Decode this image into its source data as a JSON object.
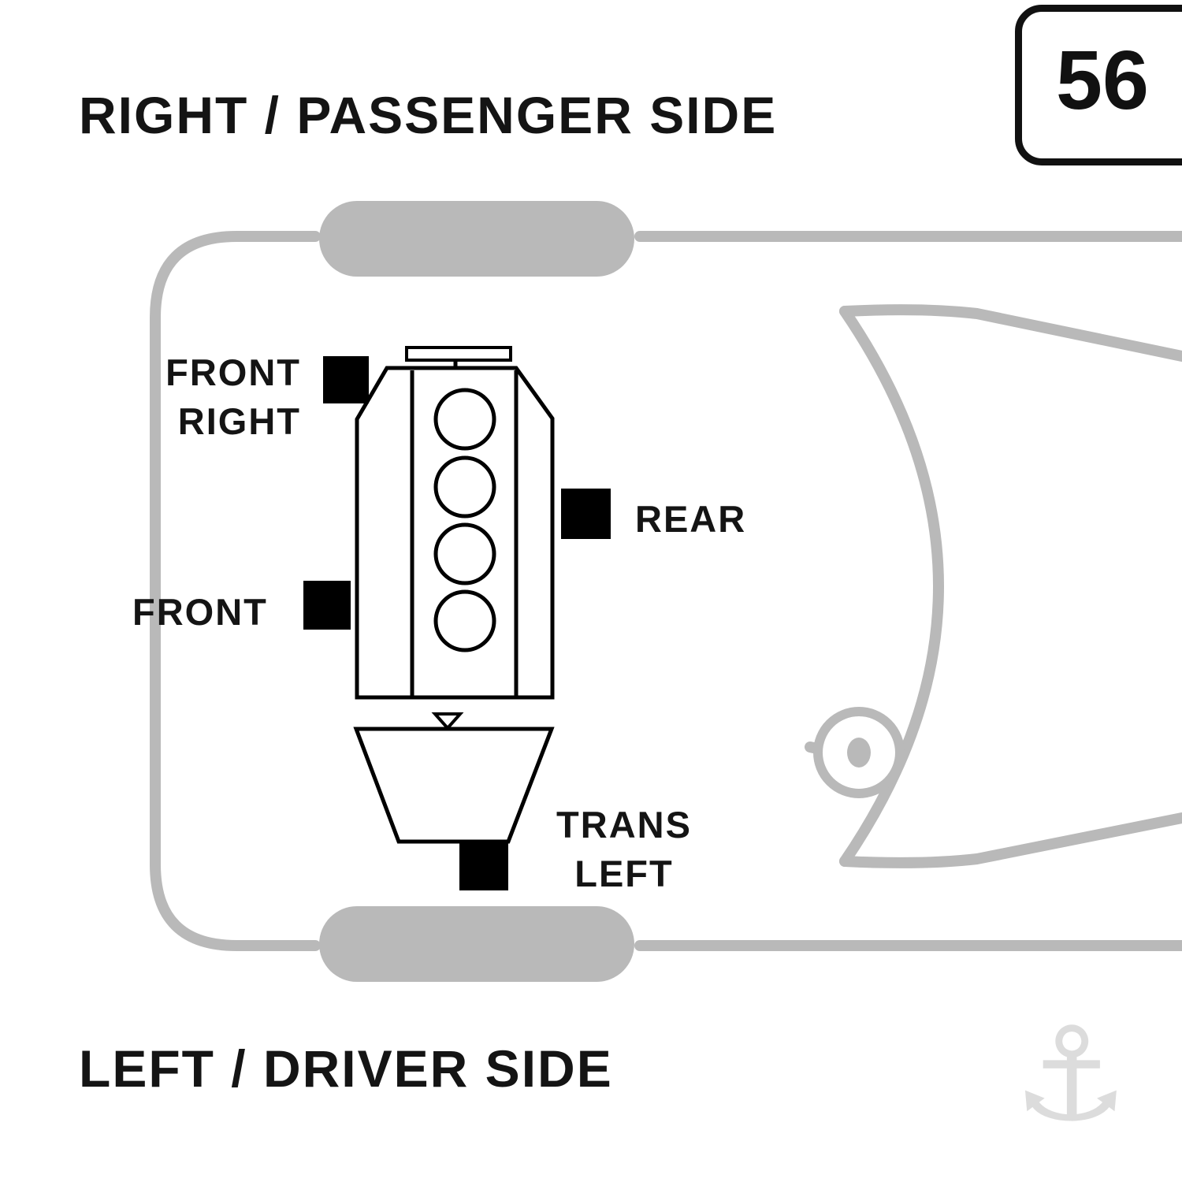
{
  "diagram": {
    "title_top": "RIGHT / PASSENGER SIDE",
    "title_bottom": "LEFT / DRIVER SIDE",
    "badge_number": "56",
    "mounts": {
      "front_right": {
        "label_lines": [
          "FRONT",
          "RIGHT"
        ]
      },
      "rear": {
        "label": "REAR"
      },
      "front": {
        "label": "FRONT"
      },
      "trans_left": {
        "label_lines": [
          "TRANS",
          "LEFT"
        ]
      }
    },
    "colors": {
      "car_outline": "#b9b9b9",
      "engine_line": "#000000",
      "mount_fill": "#000000",
      "watermark": "#dcdcdc"
    },
    "watermark_icon": "anchor-logo",
    "watermark_glyph": "⚓"
  }
}
